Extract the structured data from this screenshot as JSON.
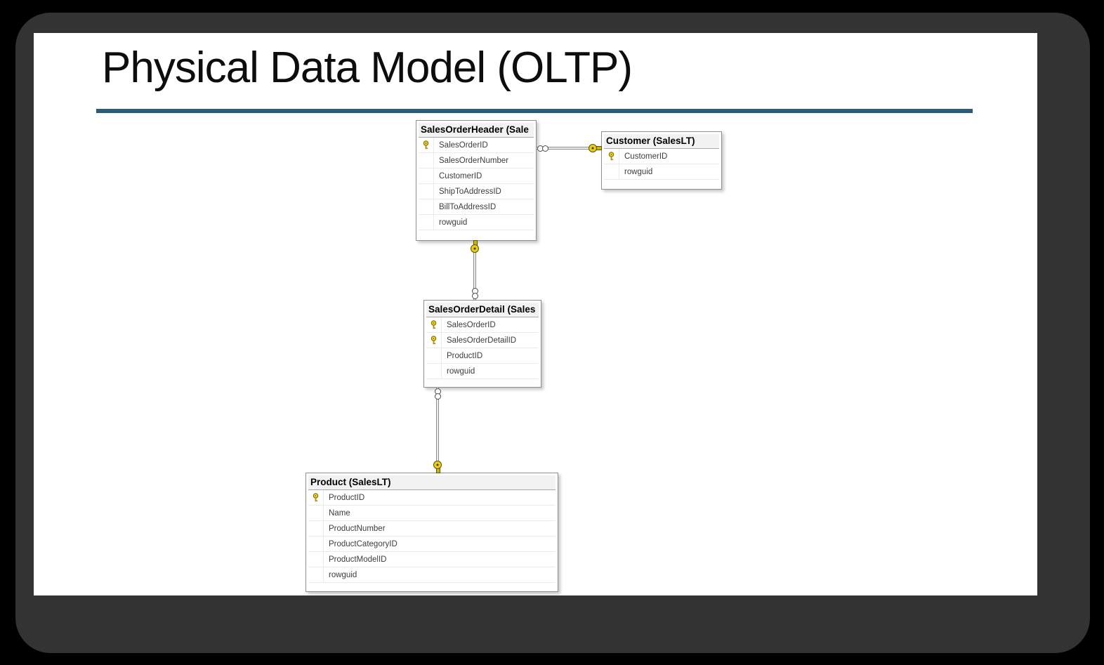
{
  "slide": {
    "title": "Physical Data Model (OLTP)"
  },
  "diagram": {
    "tables": [
      {
        "name": "SalesOrderHeader",
        "title": "SalesOrderHeader (Sale",
        "rows": [
          {
            "name": "SalesOrderID",
            "pk": true
          },
          {
            "name": "SalesOrderNumber",
            "pk": false
          },
          {
            "name": "CustomerID",
            "pk": false
          },
          {
            "name": "ShipToAddressID",
            "pk": false
          },
          {
            "name": "BillToAddressID",
            "pk": false
          },
          {
            "name": "rowguid",
            "pk": false
          }
        ]
      },
      {
        "name": "Customer",
        "title": "Customer (SalesLT)",
        "rows": [
          {
            "name": "CustomerID",
            "pk": true
          },
          {
            "name": "rowguid",
            "pk": false
          }
        ]
      },
      {
        "name": "SalesOrderDetail",
        "title": "SalesOrderDetail (Sales",
        "rows": [
          {
            "name": "SalesOrderID",
            "pk": true
          },
          {
            "name": "SalesOrderDetailID",
            "pk": true
          },
          {
            "name": "ProductID",
            "pk": false
          },
          {
            "name": "rowguid",
            "pk": false
          }
        ]
      },
      {
        "name": "Product",
        "title": "Product (SalesLT)",
        "rows": [
          {
            "name": "ProductID",
            "pk": true
          },
          {
            "name": "Name",
            "pk": false
          },
          {
            "name": "ProductNumber",
            "pk": false
          },
          {
            "name": "ProductCategoryID",
            "pk": false
          },
          {
            "name": "ProductModelID",
            "pk": false
          },
          {
            "name": "rowguid",
            "pk": false
          }
        ]
      }
    ],
    "relationships": [
      {
        "many_side": "SalesOrderHeader",
        "one_side": "Customer",
        "many_symbol": "infinity",
        "one_symbol": "key"
      },
      {
        "many_side": "SalesOrderDetail",
        "one_side": "SalesOrderHeader",
        "many_symbol": "infinity",
        "one_symbol": "key"
      },
      {
        "many_side": "SalesOrderDetail",
        "one_side": "Product",
        "many_symbol": "infinity",
        "one_symbol": "key"
      }
    ]
  },
  "icons": {
    "primary_key": "key-icon",
    "many_cardinality": "infinity-icon",
    "one_cardinality": "key-icon"
  },
  "colors": {
    "background": "#000000",
    "window_frame": "#333333",
    "slide": "#ffffff",
    "title_text": "#0d0d0d",
    "divider_blue": "#2b5d7b",
    "table_border": "#8f8f8f",
    "table_header_bg": "#f2f2f2",
    "field_text": "#3d3d3d",
    "key_gold": "#e9cd1d",
    "connector_gray": "#8f8f8f"
  }
}
